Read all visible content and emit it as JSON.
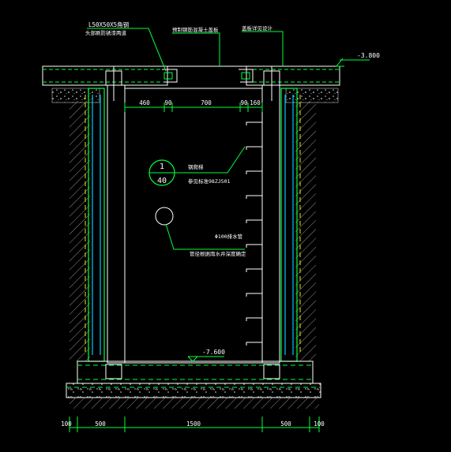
{
  "drawing": {
    "colors": {
      "background": "#000000",
      "white": "#ffffff",
      "green": "#00ff3c",
      "cyan": "#00c8ff",
      "hatch": "#c8c8c8",
      "yellow": "#f0e600"
    },
    "labels": {
      "angle_steel": "L50X50X5角钢",
      "angle_note": "头部刷防锈漆两道",
      "cover_note": "预制钢筋混凝土盖板",
      "cover_design": "盖板详见设计",
      "top_elev": "-3.800",
      "bottom_elev": "-7.600",
      "ladder_name": "钢爬梯",
      "ladder_ref": "参见标准98ZJ501",
      "circle_top": "1",
      "circle_bottom": "40",
      "drain_pipe": "Φ100排水管",
      "drain_note": "管径根据雨水井深度确定"
    },
    "dims_top": [
      "460",
      "90",
      "700",
      "90",
      "160"
    ],
    "dims_bottom": [
      "100",
      "500",
      "1500",
      "500",
      "100"
    ]
  }
}
